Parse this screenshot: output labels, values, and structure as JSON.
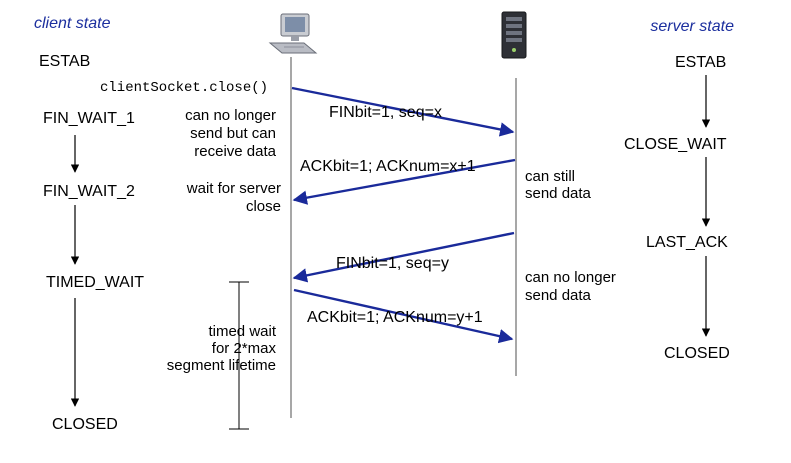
{
  "colors": {
    "header": "#1c2f9e",
    "arrow": "#1a2a9a",
    "state": "#000000",
    "timeline": "#8a8a8a"
  },
  "headers": {
    "client": "client state",
    "server": "server state"
  },
  "icons": {
    "client": "computer-icon",
    "server": "server-icon"
  },
  "client_states": {
    "s0": "ESTAB",
    "s1": "FIN_WAIT_1",
    "s2": "FIN_WAIT_2",
    "s3": "TIMED_WAIT",
    "s4": "CLOSED"
  },
  "server_states": {
    "s0": "ESTAB",
    "s1": "CLOSE_WAIT",
    "s2": "LAST_ACK",
    "s3": "CLOSED"
  },
  "call": "clientSocket.close()",
  "messages": {
    "fin1": "FINbit=1, seq=x",
    "ack1": "ACKbit=1; ACKnum=x+1",
    "fin2": "FINbit=1, seq=y",
    "ack2": "ACKbit=1; ACKnum=y+1"
  },
  "notes": {
    "client1": [
      "can no longer",
      "send but can",
      "receive data"
    ],
    "client2": [
      "wait for server",
      "close"
    ],
    "client3": [
      "timed wait",
      "for 2*max",
      "segment lifetime"
    ],
    "server1": [
      "can still",
      "send data"
    ],
    "server2": [
      "can no longer",
      "send data"
    ]
  }
}
